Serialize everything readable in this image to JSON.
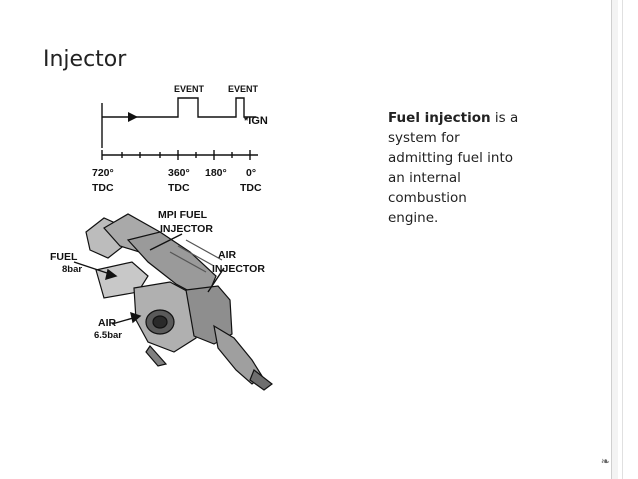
{
  "slide": {
    "title": "Injector",
    "description_bold": "Fuel injection",
    "description_rest": " is a\nsystem for\nadmitting fuel into\nan internal\ncombustion\nengine.",
    "corner_mark": "❧"
  },
  "timing": {
    "event_left": "EVENT",
    "event_right": "EVENT",
    "ign": "*IGN",
    "ticks": [
      {
        "deg": "720°",
        "tdc": "TDC"
      },
      {
        "deg": "360°",
        "tdc": "TDC"
      },
      {
        "deg": "180°",
        "tdc": ""
      },
      {
        "deg": "0°",
        "tdc": "TDC"
      }
    ]
  },
  "injector": {
    "label_mpi_1": "MPI FUEL",
    "label_mpi_2": "INJECTOR",
    "label_air_inj_1": "AIR",
    "label_air_inj_2": "INJECTOR",
    "label_fuel_1": "FUEL",
    "label_fuel_2": "8bar",
    "label_air_1": "AIR",
    "label_air_2": "6.5bar"
  }
}
